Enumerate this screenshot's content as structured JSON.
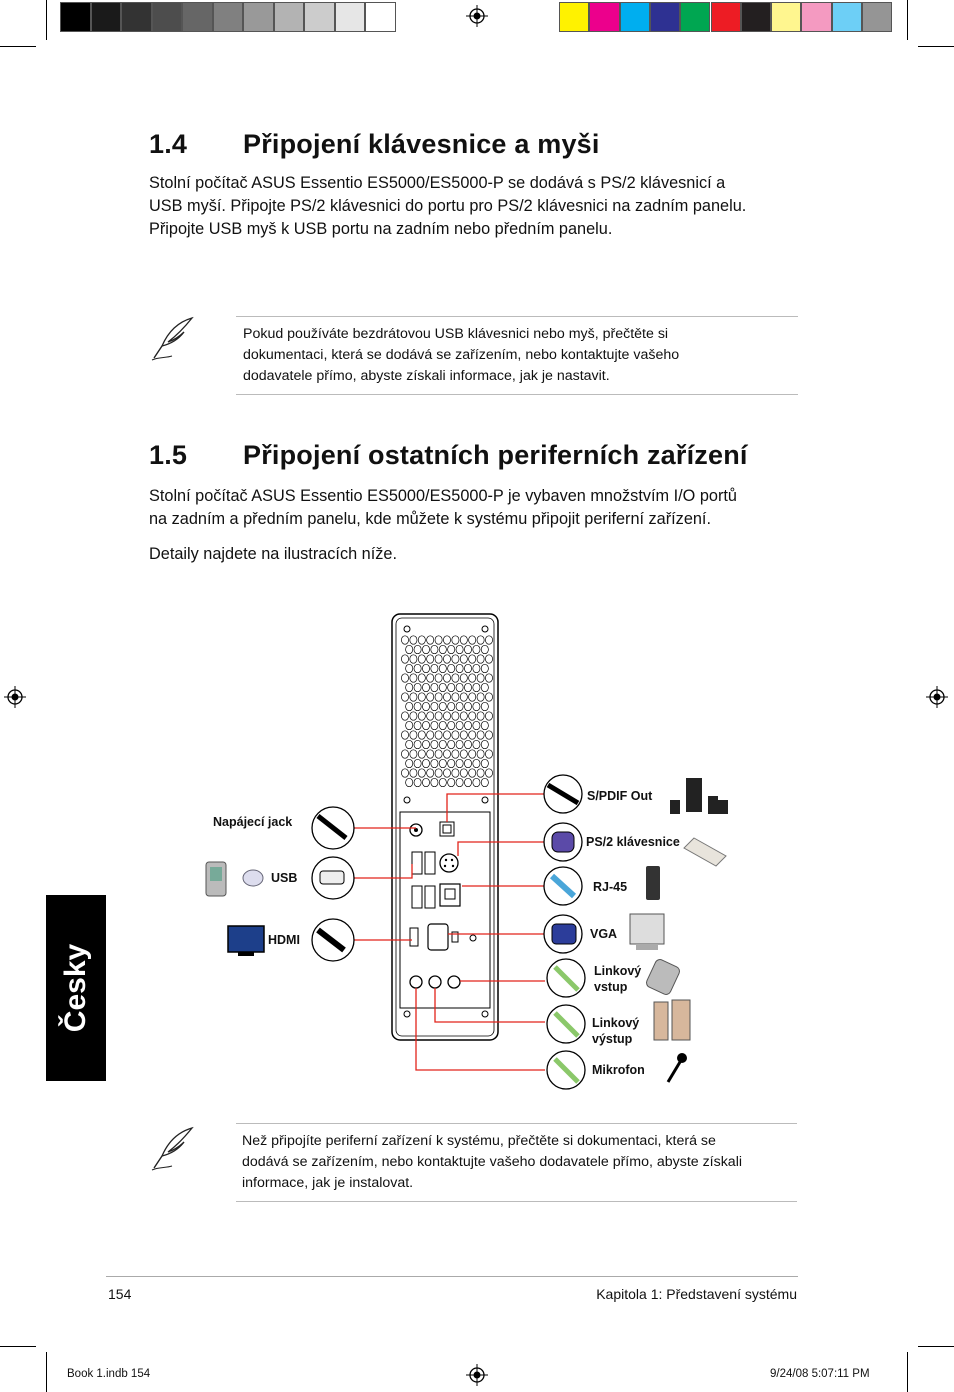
{
  "color_bars": {
    "grays": [
      "#000000",
      "#1a1a1a",
      "#333333",
      "#4d4d4d",
      "#666666",
      "#808080",
      "#999999",
      "#b3b3b3",
      "#cccccc",
      "#e6e6e6",
      "#ffffff"
    ],
    "colors": [
      "#fff200",
      "#ec008c",
      "#00aeef",
      "#2e3192",
      "#00a651",
      "#ed1c24",
      "#231f20",
      "#fff68f",
      "#f49ac1",
      "#6dcff6",
      "#959595"
    ]
  },
  "section_1_4": {
    "number": "1.4",
    "title": "Připojení klávesnice a myši",
    "paragraph_lines": [
      "Stolní počítač ASUS Essentio ES5000/ES5000-P se dodává s PS/2 klávesnicí a",
      "USB myší. Připojte PS/2 klávesnici do portu pro PS/2 klávesnici na zadním panelu.",
      "Připojte USB myš k USB portu na zadním nebo předním panelu."
    ],
    "note_lines": [
      "Pokud používáte bezdrátovou USB klávesnici nebo myš, přečtěte si",
      "dokumentaci, která se dodává se zařízením, nebo kontaktujte vašeho",
      "dodavatele přímo, abyste získali informace, jak je nastavit."
    ]
  },
  "section_1_5": {
    "number": "1.5",
    "title": "Připojení ostatních periferních zařízení",
    "paragraph_lines": [
      "Stolní počítač ASUS Essentio ES5000/ES5000-P je vybaven množstvím I/O portů",
      "na zadním a předním panelu, kde můžete k systému připojit periferní zařízení."
    ],
    "paragraph2": "Detaily najdete na ilustracích níže.",
    "note_lines": [
      "Než připojíte periferní zařízení k systému, přečtěte si dokumentaci, která se",
      "dodává se zařízením, nebo kontaktujte vašeho dodavatele přímo, abyste získali",
      "informace, jak je instalovat."
    ]
  },
  "diagram": {
    "left_labels": {
      "power": "Napájecí jack",
      "usb": "USB",
      "hdmi": "HDMI"
    },
    "right_labels": {
      "spdif": "S/PDIF Out",
      "ps2": "PS/2 klávesnice",
      "rj45": "RJ-45",
      "vga": "VGA",
      "line_in_1": "Linkový",
      "line_in_2": "vstup",
      "line_out_1": "Linkový",
      "line_out_2": "výstup",
      "mic": "Mikrofon"
    },
    "line_color": "#e2231a"
  },
  "side_tab": "Česky",
  "footer": {
    "page_number": "154",
    "chapter": "Kapitola 1: Představení systému"
  },
  "slug": {
    "file": "Book 1.indb   154",
    "datetime": "9/24/08   5:07:11 PM"
  }
}
